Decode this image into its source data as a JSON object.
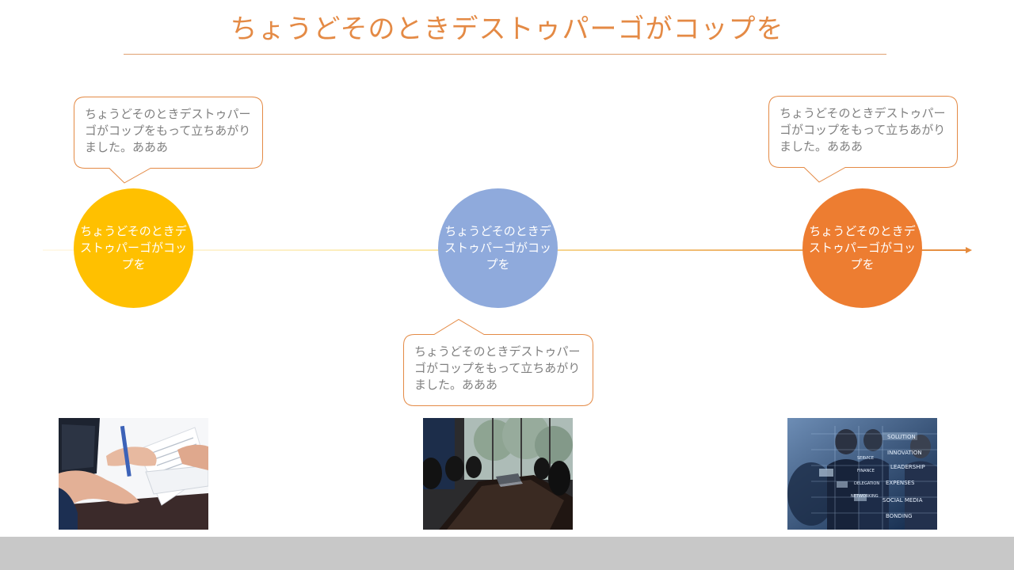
{
  "slide": {
    "title": "ちょうどそのときデストゥパーゴがコップを",
    "colors": {
      "title": "#E48A45",
      "circle_1": "#FFC000",
      "circle_2": "#8FAADC",
      "circle_3": "#ED7D31",
      "bubble_border": "#E48A45",
      "bubble_text": "#808080",
      "footer_bar": "#C8C8C8"
    },
    "milestones": [
      {
        "circle_text": "ちょうどそのときデストゥパーゴがコップを",
        "callout_text": "ちょうどそのときデストゥパーゴがコップをもって立ちあがりました。あああ",
        "image": "business-documents-photo"
      },
      {
        "circle_text": "ちょうどそのときデストゥパーゴがコップを",
        "callout_text": "ちょうどそのときデストゥパーゴがコップをもって立ちあがりました。あああ",
        "image": "conference-room-photo"
      },
      {
        "circle_text": "ちょうどそのときデストゥパーゴがコップを",
        "callout_text": "ちょうどそのときデストゥパーゴがコップをもって立ちあがりました。あああ",
        "image": "business-meeting-keywords-photo"
      }
    ],
    "photo_3_keywords": [
      "SOLUTION",
      "INNOVATION",
      "LEADERSHIP",
      "EXPENSES",
      "SOCIAL MEDIA",
      "BONDING",
      "FINANCE",
      "SERVICE",
      "DELEGATION",
      "NETWORKING"
    ]
  }
}
